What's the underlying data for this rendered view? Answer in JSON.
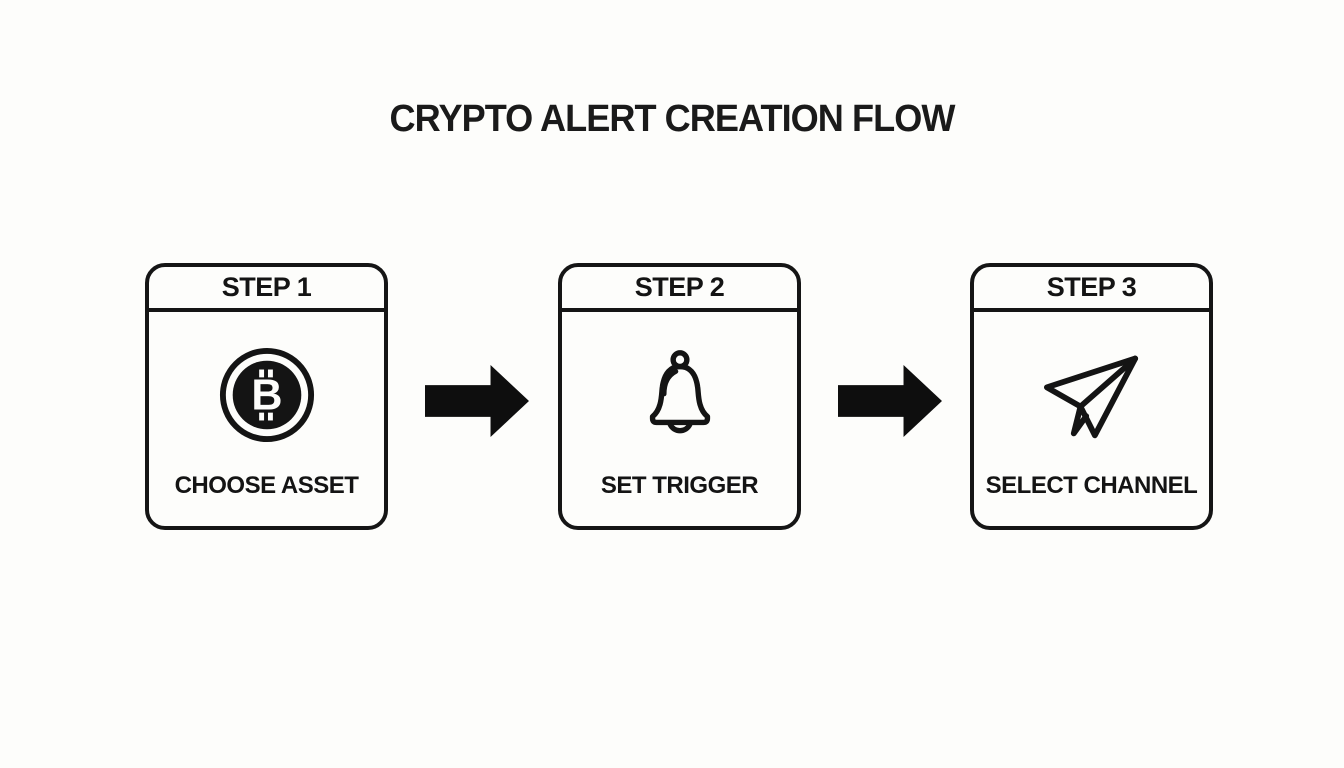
{
  "title": "CRYPTO ALERT CREATION FLOW",
  "colors": {
    "background": "#fdfdfb",
    "ink": "#141414"
  },
  "steps": [
    {
      "header": "STEP 1",
      "label": "CHOOSE ASSET",
      "icon": "bitcoin-icon"
    },
    {
      "header": "STEP 2",
      "label": "SET TRIGGER",
      "icon": "bell-icon"
    },
    {
      "header": "STEP 3",
      "label": "SELECT CHANNEL",
      "icon": "paper-plane-icon"
    }
  ],
  "bitcoin_icon_letter": "B",
  "arrows": [
    {
      "name": "flow-arrow-1",
      "direction": "right"
    },
    {
      "name": "flow-arrow-2",
      "direction": "right"
    }
  ]
}
